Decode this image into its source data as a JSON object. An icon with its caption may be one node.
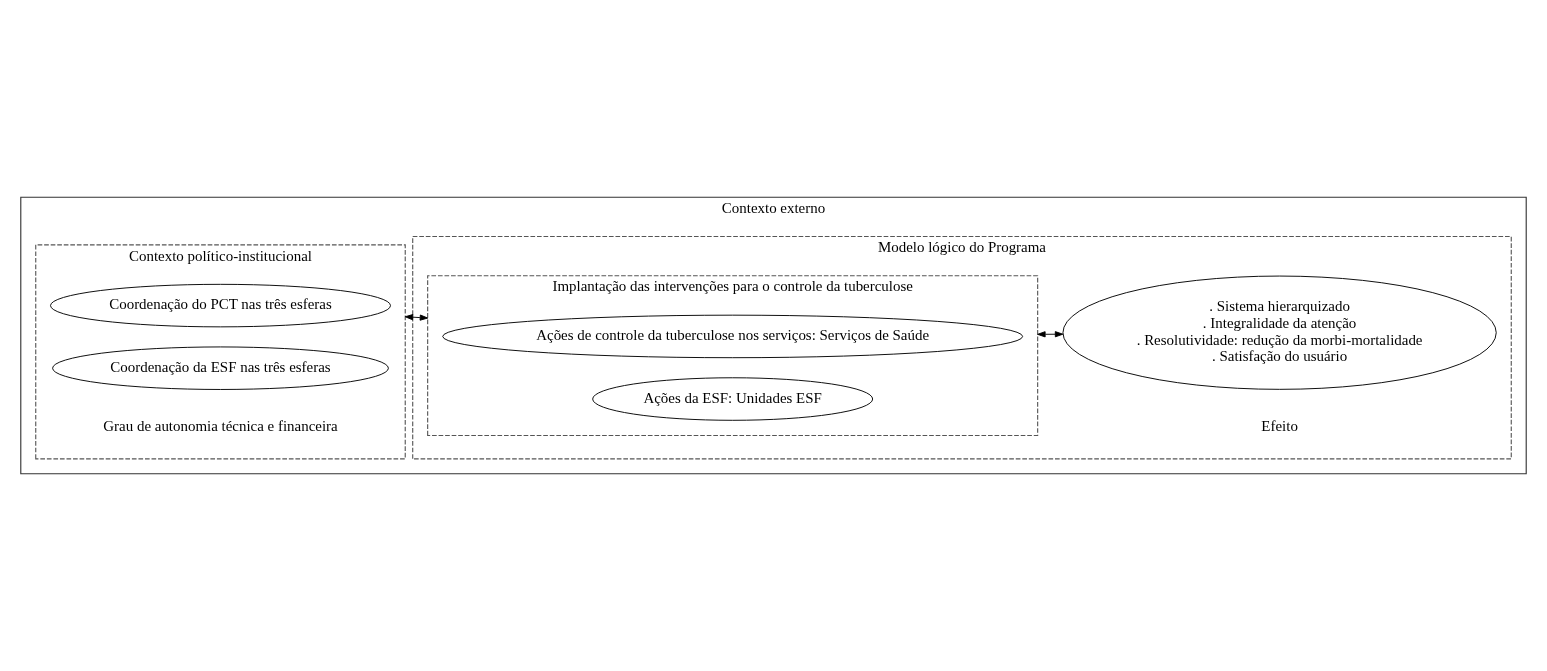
{
  "diagram": {
    "nodes": [
      {
        "text": [
          "Contexto externo"
        ]
      },
      {
        "text": [
          "Contexto político-institucional"
        ],
        "in": 0
      },
      {
        "text": [
          "Coordenação do PCT nas três esferas"
        ],
        "in": 1
      },
      {
        "text": [
          "Coordenação da ESF nas três esferas"
        ],
        "in": 1
      },
      {
        "text": [
          "Modelo lógico do Programa"
        ],
        "in": 0
      },
      {
        "text": [
          "Implantação das intervenções para o controle da tuberculose"
        ],
        "in": 4
      },
      {
        "text": [
          "Ações de controle da tuberculose nos serviços: Serviços de Saúde"
        ],
        "in": 5
      },
      {
        "text": [
          "Ações da ESF: Unidades ESF"
        ],
        "in": 5
      },
      {
        "text": [
          ". Sistema hierarquizado",
          ". Integralidade da atenção",
          ". Resolutividade: redução da morbi-mortalidade",
          ". Satisfação do usuário"
        ],
        "in": 4
      }
    ],
    "edges": [
      {
        "from": 1,
        "to": 5,
        "arrow": "both"
      },
      {
        "from": 5,
        "to": 8,
        "arrow": "both"
      }
    ],
    "labels": [
      "Efeito",
      "Grau de autonomia técnica e financeira"
    ]
  }
}
